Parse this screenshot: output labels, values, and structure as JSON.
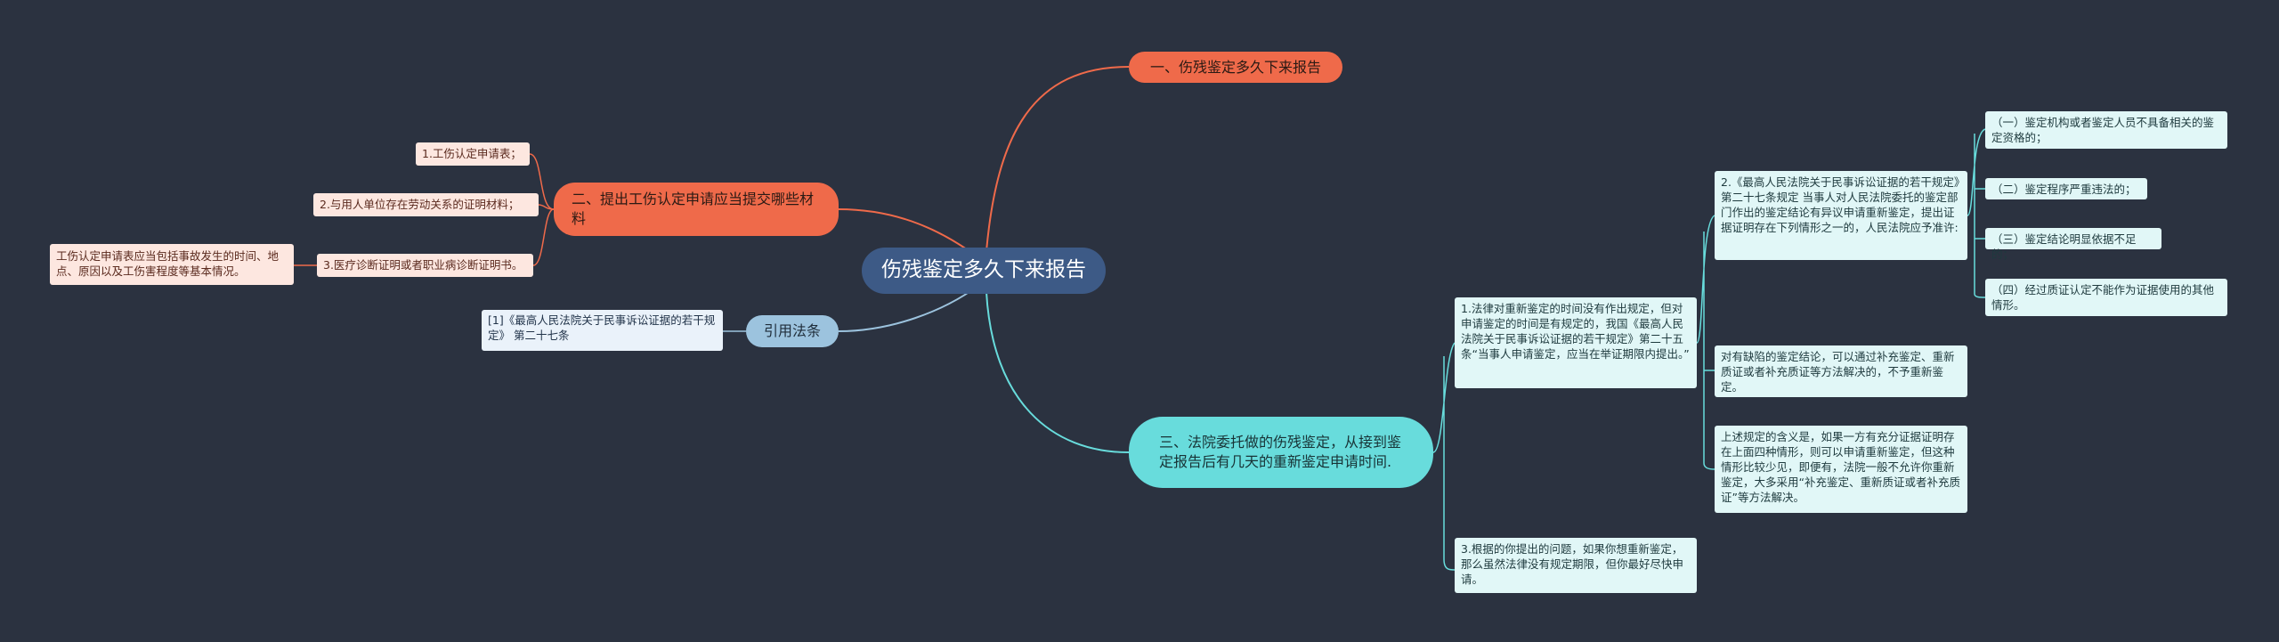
{
  "root": {
    "text": "伤残鉴定多久下来报告"
  },
  "branch1": {
    "text": "一、伤残鉴定多久下来报告"
  },
  "branch2": {
    "text": "二、提出工伤认定申请应当提交哪些材料",
    "items": [
      "1.工伤认定申请表；",
      "2.与用人单位存在劳动关系的证明材料；",
      "3.医疗诊断证明或者职业病诊断证明书。"
    ],
    "note": "工伤认定申请表应当包括事故发生的时间、地点、原因以及工伤害程度等基本情况。"
  },
  "branch_law": {
    "text": "引用法条",
    "item": "[1]《最高人民法院关于民事诉讼证据的若干规定》 第二十七条"
  },
  "branch3": {
    "text": "三、法院委托做的伤残鉴定，从接到鉴定报告后有几天的重新鉴定申请时间.",
    "sub1": "1.法律对重新鉴定的时间没有作出规定，但对申请鉴定的时间是有规定的，我国《最高人民法院关于民事诉讼证据的若干规定》第二十五条“当事人申请鉴定，应当在举证期限内提出。”",
    "sub2": "2.《最高人民法院关于民事诉讼证据的若干规定》第二十七条规定 当事人对人民法院委托的鉴定部门作出的鉴定结论有异议申请重新鉴定，提出证据证明存在下列情形之一的，人民法院应予准许:",
    "sub2_items": [
      "（一）鉴定机构或者鉴定人员不具备相关的鉴定资格的；",
      "（二）鉴定程序严重违法的；",
      "（三）鉴定结论明显依据不足的；",
      "（四）经过质证认定不能作为证据使用的其他情形。"
    ],
    "sub3": "对有缺陷的鉴定结论，可以通过补充鉴定、重新质证或者补充质证等方法解决的，不予重新鉴定。",
    "sub4": "上述规定的含义是，如果一方有充分证据证明存在上面四种情形，则可以申请重新鉴定，但这种情形比较少见，即便有，法院一般不允许你重新鉴定，大多采用“补充鉴定、重新质证或者补充质证”等方法解决。",
    "sub5": "3.根据的你提出的问题，如果你想重新鉴定，那么虽然法律没有规定期限，但你最好尽快申请。"
  },
  "colors": {
    "background": "#2b3240",
    "root": "#3d5a86",
    "red": "#ef6a4a",
    "blue": "#9cc3de",
    "cyan": "#68dcdc"
  }
}
